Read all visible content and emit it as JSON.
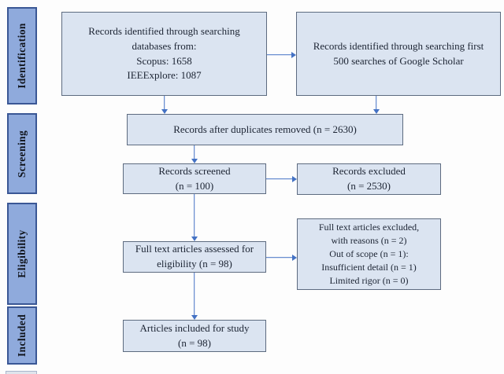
{
  "palette": {
    "sidebar_fill": "#8faadc",
    "sidebar_border": "#3a5795",
    "box_fill": "#dbe4f1",
    "box_border": "#5d6b80",
    "arrow_color": "#4472c4",
    "text_color": "#1c2433",
    "background": "#fdfdfd"
  },
  "sidebar": {
    "items": [
      {
        "id": "identification",
        "label": "Identification"
      },
      {
        "id": "screening",
        "label": "Screening"
      },
      {
        "id": "eligibility",
        "label": "Eligibility"
      },
      {
        "id": "included",
        "label": "Included"
      }
    ]
  },
  "flowchart": {
    "boxes": [
      {
        "id": "records-databases",
        "lines": [
          "Records identified through searching",
          "databases from:",
          "Scopus: 1658",
          "IEEExplore: 1087"
        ]
      },
      {
        "id": "records-scholar",
        "lines": [
          "Records identified through searching first",
          "500 searches of Google Scholar"
        ]
      },
      {
        "id": "duplicates-removed",
        "lines": [
          "Records after duplicates removed (n = 2630)"
        ]
      },
      {
        "id": "records-screened",
        "lines": [
          "Records screened",
          "(n = 100)"
        ]
      },
      {
        "id": "records-excluded",
        "lines": [
          "Records excluded",
          "(n = 2530)"
        ]
      },
      {
        "id": "fulltext-assessed",
        "lines": [
          "Full text articles assessed for",
          "eligibility (n = 98)"
        ]
      },
      {
        "id": "fulltext-excluded",
        "lines": [
          "Full text articles excluded,",
          "with reasons (n = 2)",
          "Out of scope (n = 1):",
          "Insufficient detail (n = 1)",
          "Limited rigor (n = 0)"
        ]
      },
      {
        "id": "articles-included",
        "lines": [
          "Articles included for study",
          "(n = 98)"
        ]
      }
    ]
  }
}
